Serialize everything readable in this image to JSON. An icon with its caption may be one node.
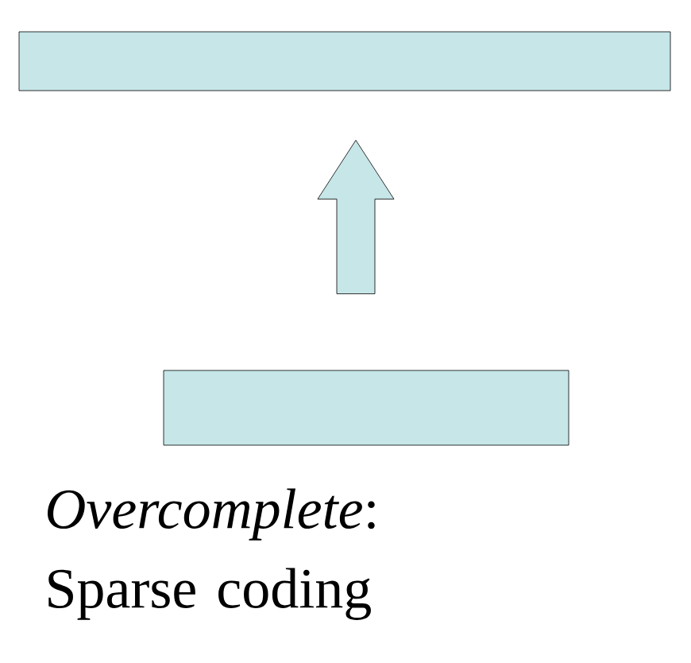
{
  "diagram": {
    "nodes": [
      {
        "text": [],
        "shape": "box"
      },
      {
        "text": [],
        "shape": "box"
      }
    ],
    "edges": [
      {
        "from": 1,
        "to": 0,
        "arrow": "to"
      }
    ],
    "labels": [
      "*Overcomplete*: Sparse coding"
    ]
  }
}
